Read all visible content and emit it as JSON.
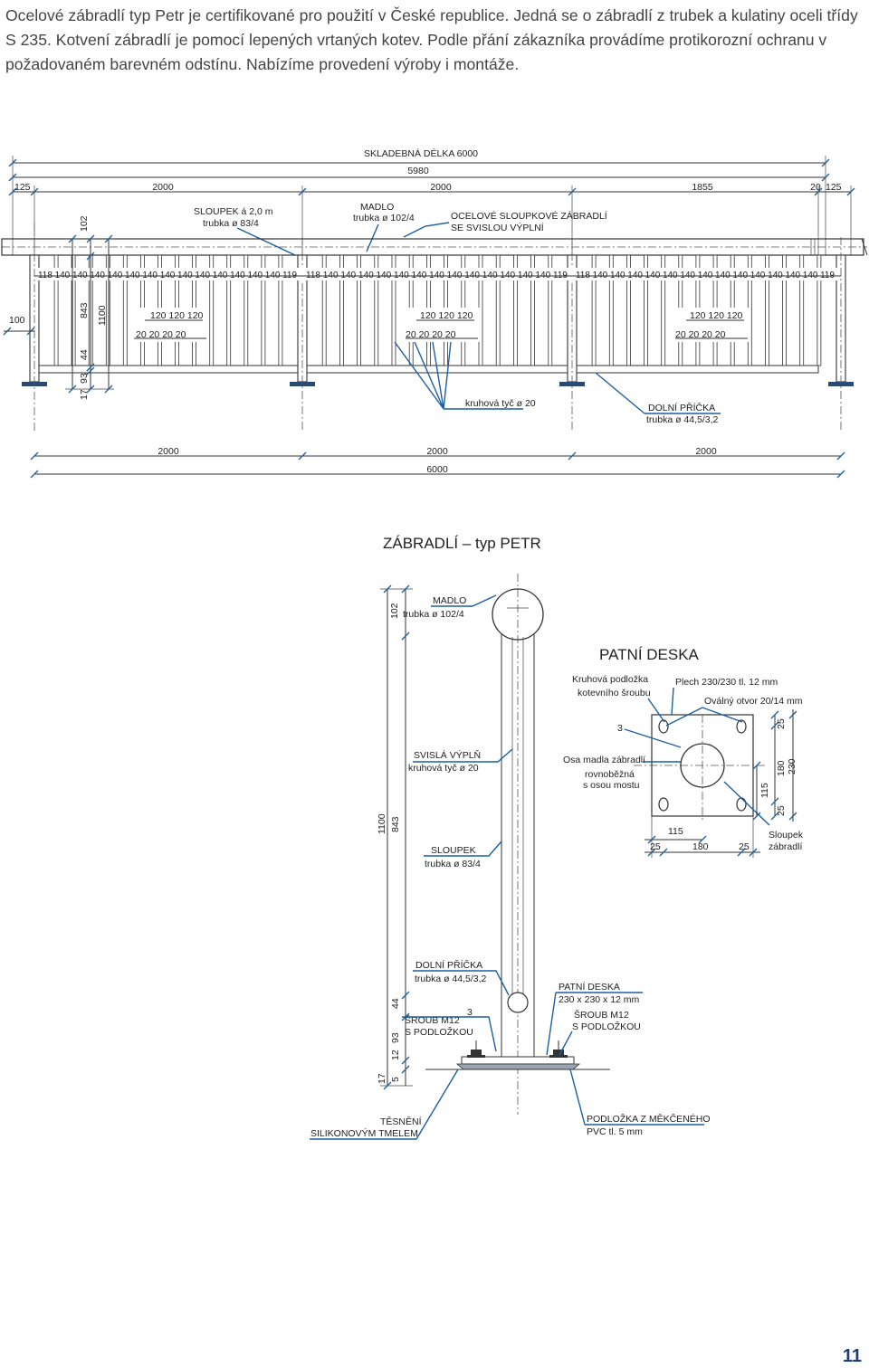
{
  "intro": "Ocelové zábradlí typ Petr  je certifikované pro použití v České republice. Jedná se o zábradlí z trubek a kulatiny oceli třídy S 235. Kotvení zábradlí je pomocí lepených vrtaných kotev. Podle přání zákazníka provádíme protikorozní ochranu v požadovaném barevném odstínu. Nabízíme provedení  výroby i montáže.",
  "elevation": {
    "skladebna": "SKLADEBNÁ DÉLKA 6000",
    "dim_5980": "5980",
    "top_dims": [
      "125",
      "2000",
      "2000",
      "1855",
      "20",
      "125"
    ],
    "lbl_sloupek_1": "SLOUPEK á 2,0 m",
    "lbl_sloupek_2": "trubka ø 83/4",
    "lbl_madlo_1": "MADLO",
    "lbl_madlo_2": "trubka ø 102/4",
    "lbl_zabradli_1": "OCELOVÉ SLOUPKOVÉ ZÁBRADLÍ",
    "lbl_zabradli_2": "SE SVISLOU VÝPLNÍ",
    "dim_102": "102",
    "spacing": "118 140 140 140 140 140 140 140 140 140 140 140 140 140 119",
    "dim_100": "100",
    "dim_843": "843",
    "dim_1100": "1100",
    "dim_44": "44",
    "dim_93": "93",
    "dim_17": "17",
    "bar_dims_top": "120 120 120",
    "bar_dims_bot": "20   20   20   20",
    "lbl_kruhova": "kruhová tyč  ø 20",
    "lbl_dolni_1": "DOLNÍ PŘÍČKA",
    "lbl_dolni_2": "trubka ø 44,5/3,2",
    "bottom_dims": [
      "2000",
      "2000",
      "2000"
    ],
    "dim_6000": "6000"
  },
  "section": {
    "title": "ZÁBRADLÍ – typ PETR",
    "madlo_1": "MADLO",
    "madlo_2": "trubka ø 102/4",
    "dim_102": "102",
    "vypln_1": "SVISLÁ VÝPLŇ",
    "vypln_2": "kruhová tyč  ø 20",
    "sloupek_1": "SLOUPEK",
    "sloupek_2": "trubka ø 83/4",
    "dim_1100": "1100",
    "dim_843": "843",
    "dolni_1": "DOLNÍ PŘÍČKA",
    "dolni_2": "trubka ø 44,5/3,2",
    "dim_44": "44",
    "dim_93": "93",
    "dim_17": "17",
    "dim_5": "5",
    "dim_12": "12",
    "weld": "3",
    "sroub_1": "ŠROUB M12",
    "sroub_2": "S PODLOŽKOU",
    "deska_1": "PATNÍ DESKA",
    "deska_2": "230 x 230 x 12 mm",
    "deska_3": "ŠROUB M12",
    "deska_4": "S PODLOŽKOU",
    "tesneni_1": "TĚSNĚNÍ",
    "tesneni_2": "SILIKONOVÝM TMELEM",
    "podlozka_1": "PODLOŽKA Z MĚKČENÉHO",
    "podlozka_2": "PVC tl. 5 mm"
  },
  "plate": {
    "title": "PATNÍ DESKA",
    "kruh_1": "Kruhová podložka",
    "kruh_2": "kotevního šroubu",
    "plech": "Plech 230/230 tl. 12 mm",
    "oval": "Oválný otvor 20/14 mm",
    "weld": "3",
    "osa_1": "Osa madla zábradlí",
    "osa_2": "rovnoběžná",
    "osa_3": "s osou mostu",
    "dim_25a": "25",
    "dim_180": "180",
    "dim_230": "230",
    "dim_115": "115",
    "dim_25b": "25",
    "dim_115b": "115",
    "dim_25c": "25",
    "dim_180b": "180",
    "dim_25d": "25",
    "sloupek_1": "Sloupek",
    "sloupek_2": "zábradlí"
  },
  "page_number": "11"
}
